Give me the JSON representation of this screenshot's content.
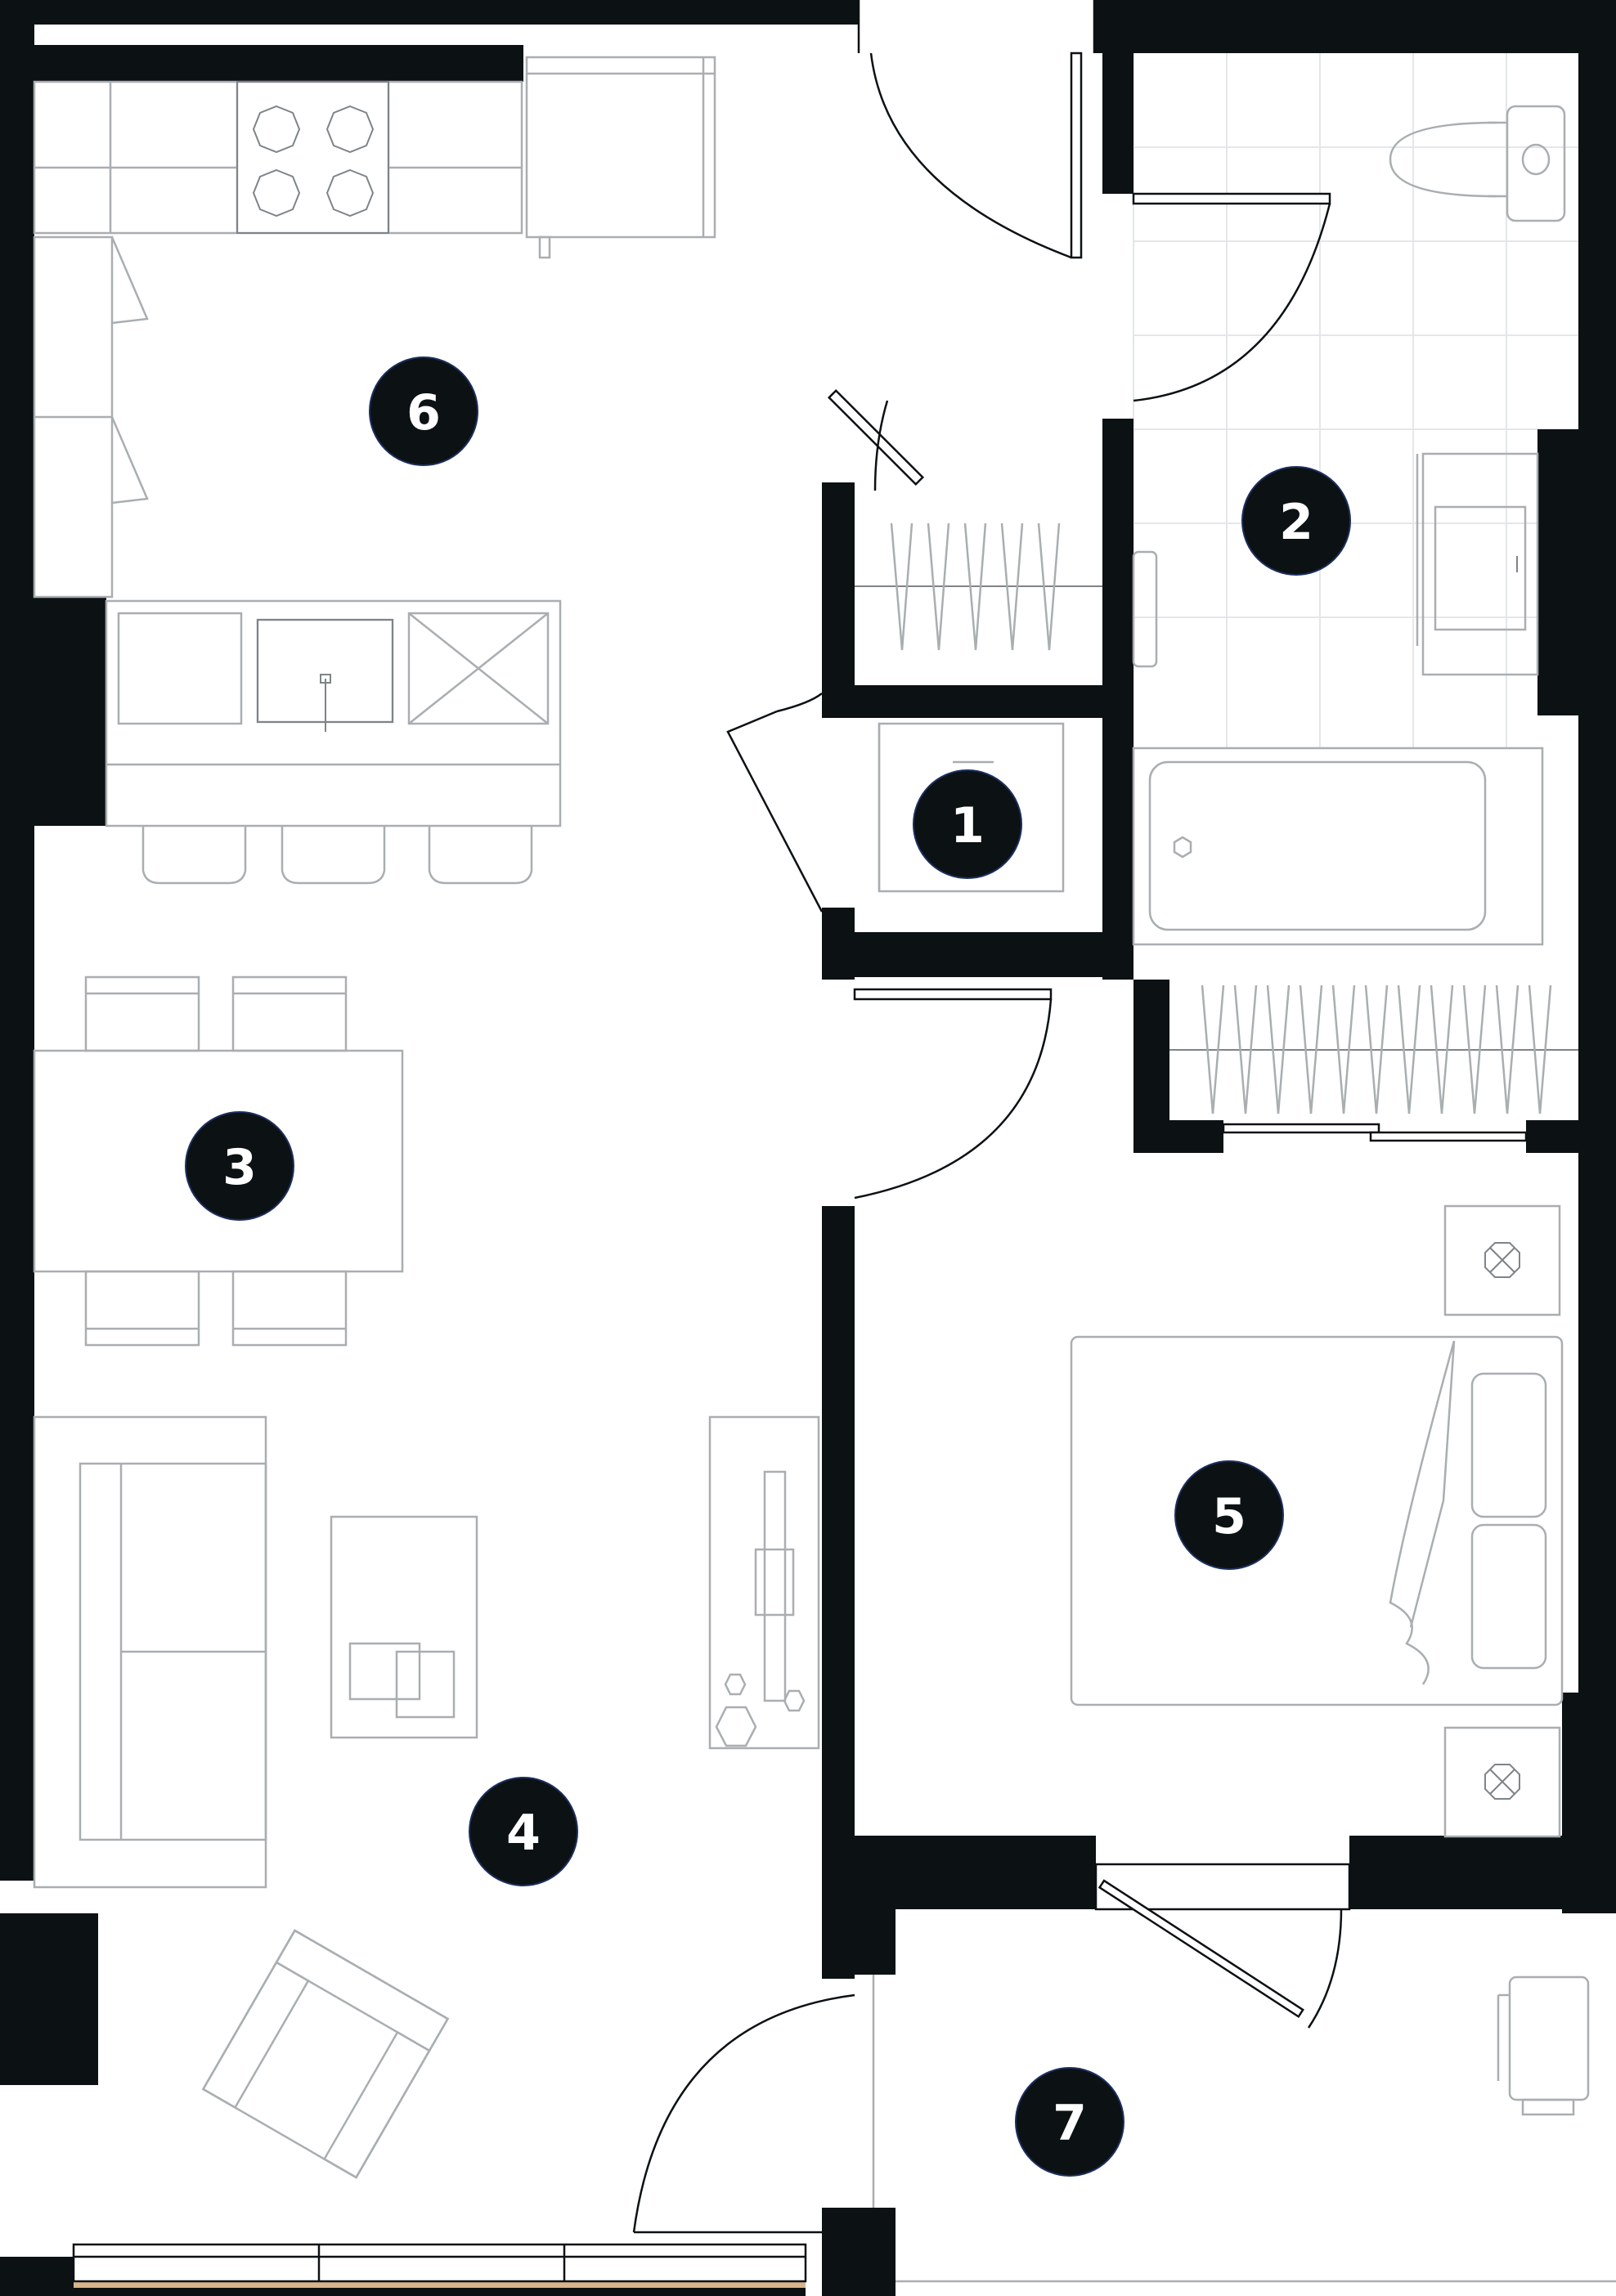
{
  "rooms": [
    {
      "id": "room-1",
      "label": "1"
    },
    {
      "id": "room-2",
      "label": "2"
    },
    {
      "id": "room-3",
      "label": "3"
    },
    {
      "id": "room-4",
      "label": "4"
    },
    {
      "id": "room-5",
      "label": "5"
    },
    {
      "id": "room-6",
      "label": "6"
    },
    {
      "id": "room-7",
      "label": "7"
    }
  ],
  "colors": {
    "wall": "#0c1114",
    "furniture": "#a9aeb1",
    "floor": "#ffffff"
  }
}
